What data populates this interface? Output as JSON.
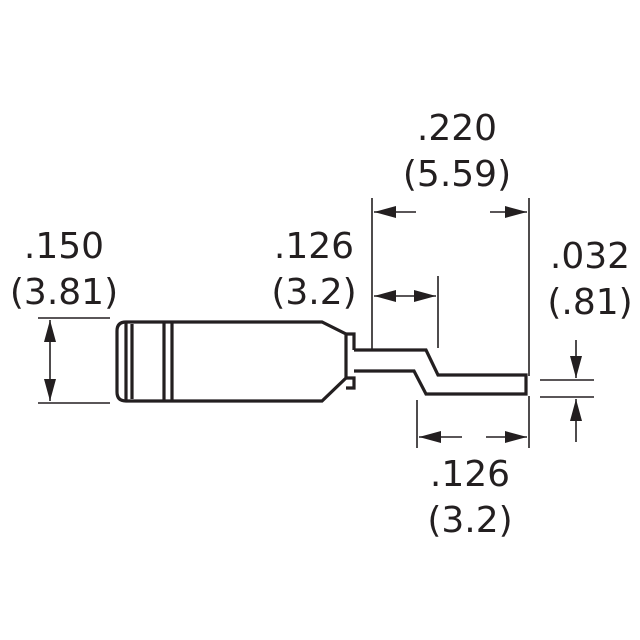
{
  "colors": {
    "ink": "#231f20",
    "background": "#ffffff"
  },
  "dimensions": {
    "overall_length": {
      "inch": ".220",
      "mm": "(5.59)"
    },
    "body_height": {
      "inch": ".150",
      "mm": "(3.81)"
    },
    "pin_offset": {
      "inch": ".126",
      "mm": "(3.2)"
    },
    "pin_thickness": {
      "inch": ".032",
      "mm": "(.81)"
    },
    "pin_foot_length": {
      "inch": ".126",
      "mm": "(3.2)"
    }
  }
}
